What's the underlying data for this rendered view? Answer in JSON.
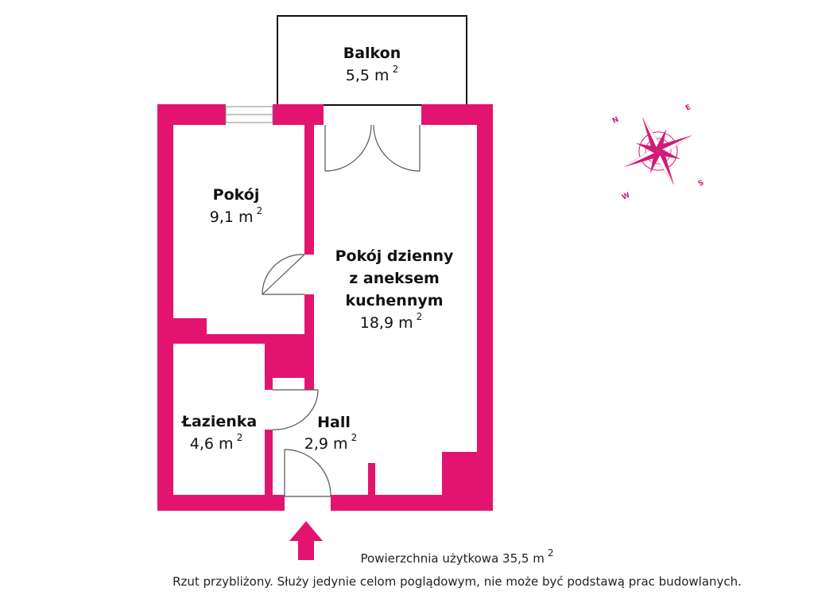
{
  "colors": {
    "wall": "#e3146f",
    "compass": "#d21a78",
    "text": "#111111",
    "background": "#ffffff"
  },
  "rooms": {
    "balkon": {
      "name": "Balkon",
      "area": "5,5 m",
      "unit_sup": "2"
    },
    "pokoj": {
      "name": "Pokój",
      "area": "9,1 m",
      "unit_sup": "2"
    },
    "pokoj_dzienny": {
      "name_lines": [
        "Pokój dzienny",
        "z aneksem",
        "kuchennym"
      ],
      "area": "18,9 m",
      "unit_sup": "2"
    },
    "lazienka": {
      "name": "Łazienka",
      "area": "4,6 m",
      "unit_sup": "2"
    },
    "hall": {
      "name": "Hall",
      "area": "2,9 m",
      "unit_sup": "2"
    }
  },
  "compass": {
    "n": "N",
    "e": "E",
    "s": "S",
    "w": "W"
  },
  "entrance_icon": "arrow-up-icon",
  "footer": {
    "total_area": "Powierzchnia użytkowa 35,5 m",
    "total_sup": "2",
    "disclaimer": "Rzut przybliżony. Służy jedynie celom poglądowym, nie może być podstawą prac budowlanych."
  }
}
